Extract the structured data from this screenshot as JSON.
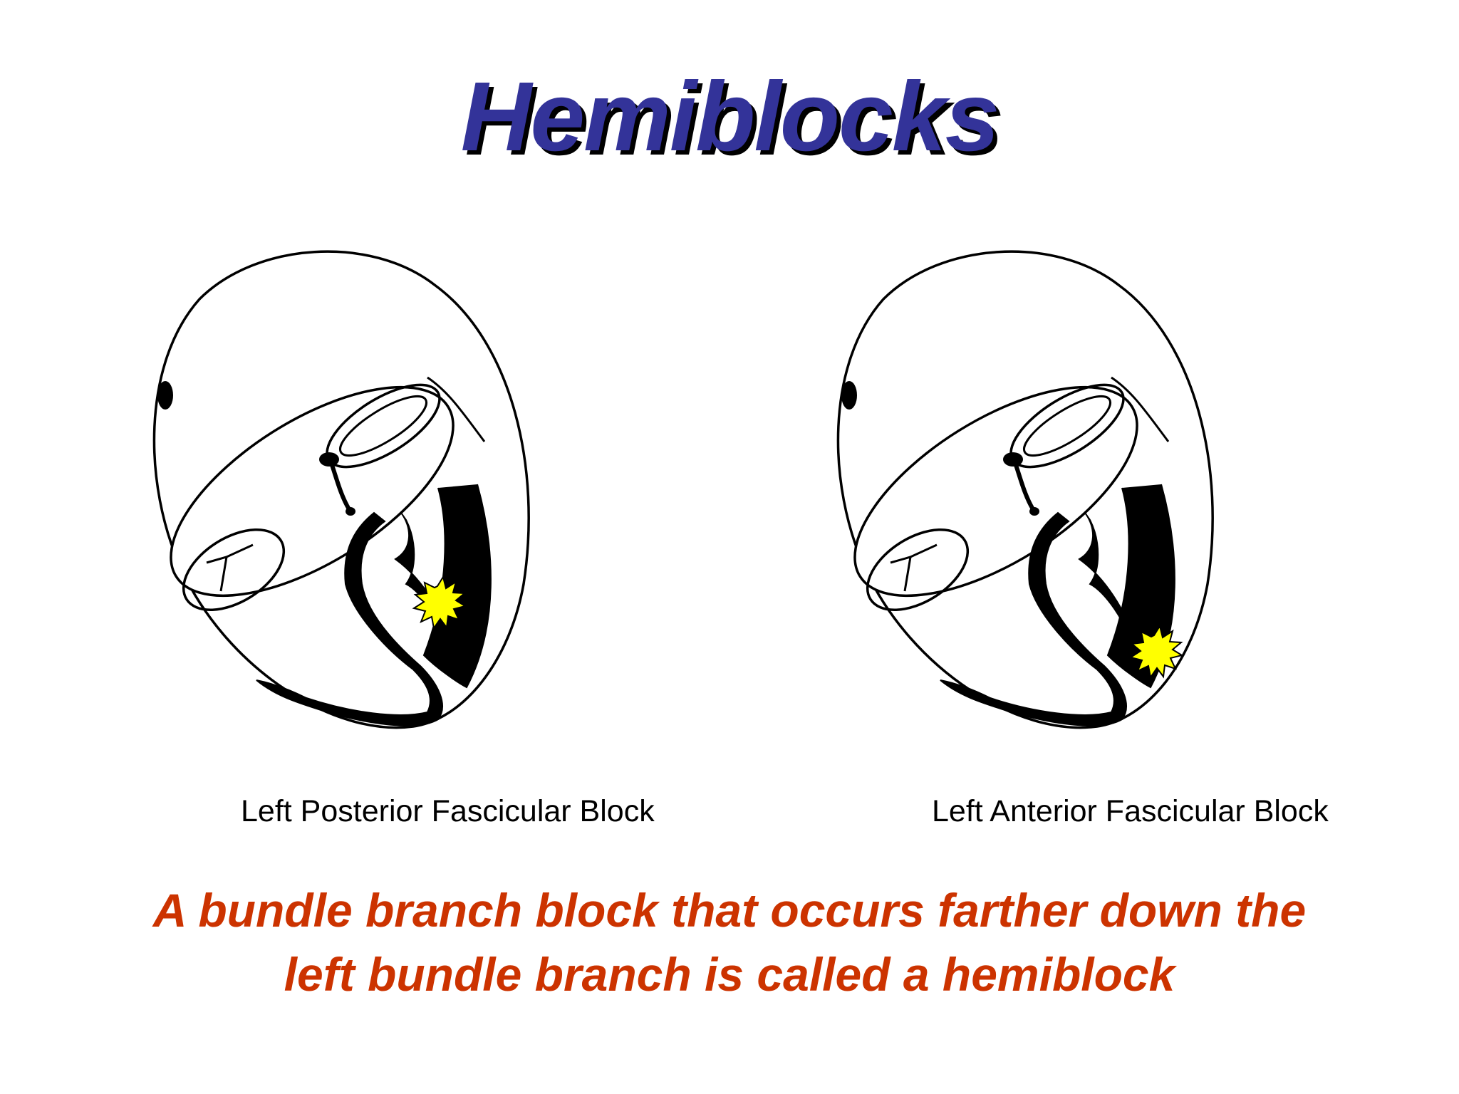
{
  "slide": {
    "title": "Hemiblocks",
    "title_color": "#333399",
    "title_shadow_color": "#000000",
    "summary_lines": [
      "A bundle branch block that occurs farther down the",
      "left bundle branch is called a hemiblock"
    ],
    "summary_color": "#CC3300"
  },
  "figures": [
    {
      "caption": "Left Posterior Fascicular Block",
      "block_marker_color": "#FFFF00",
      "block_site": "posterior fascicle"
    },
    {
      "caption": "Left Anterior Fascicular Block",
      "block_marker_color": "#FFFF00",
      "block_site": "anterior fascicle"
    }
  ]
}
